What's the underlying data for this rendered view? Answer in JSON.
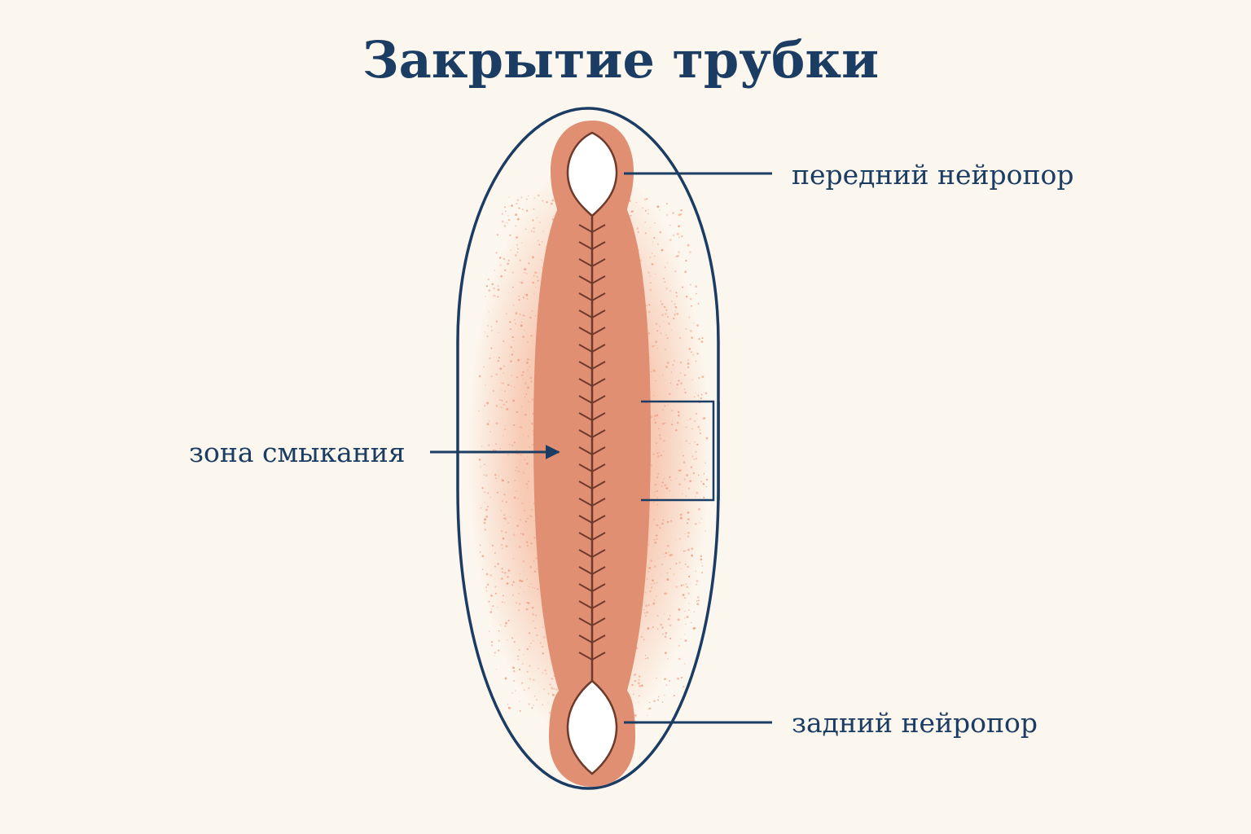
{
  "title": "Закрытие трубки",
  "labels": {
    "anterior": "передний нейропор",
    "closure": "зона смыкания",
    "posterior": "задний нейропор"
  },
  "colors": {
    "background": "#fcf7ee",
    "outline": "#1b3c63",
    "plate": "#e08f72",
    "speckle": "#ec9a7c",
    "seam": "#6d3a2c",
    "text": "#1b3c63"
  }
}
